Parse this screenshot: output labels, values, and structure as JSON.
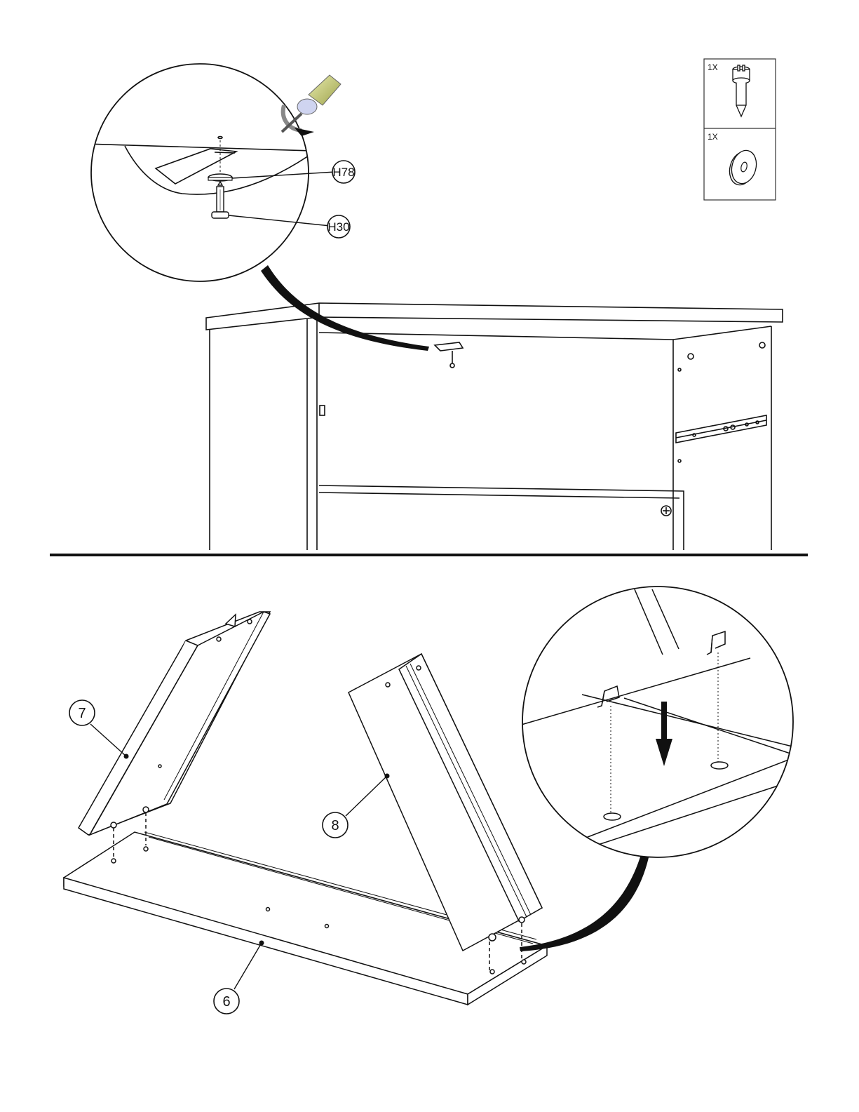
{
  "step_top": {
    "parts_box": [
      {
        "qty": "1X",
        "icon": "screw-icon"
      },
      {
        "qty": "1X",
        "icon": "washer-icon"
      }
    ],
    "callouts": {
      "washer": "H78",
      "screw": "H30"
    }
  },
  "step_bottom": {
    "callouts": {
      "panel_left": "7",
      "panel_right": "8",
      "base": "6"
    }
  },
  "colors": {
    "line": "#111111",
    "screwdriver_handle": "#c8cc7a",
    "screwdriver_tip": "#b8bfe0"
  }
}
